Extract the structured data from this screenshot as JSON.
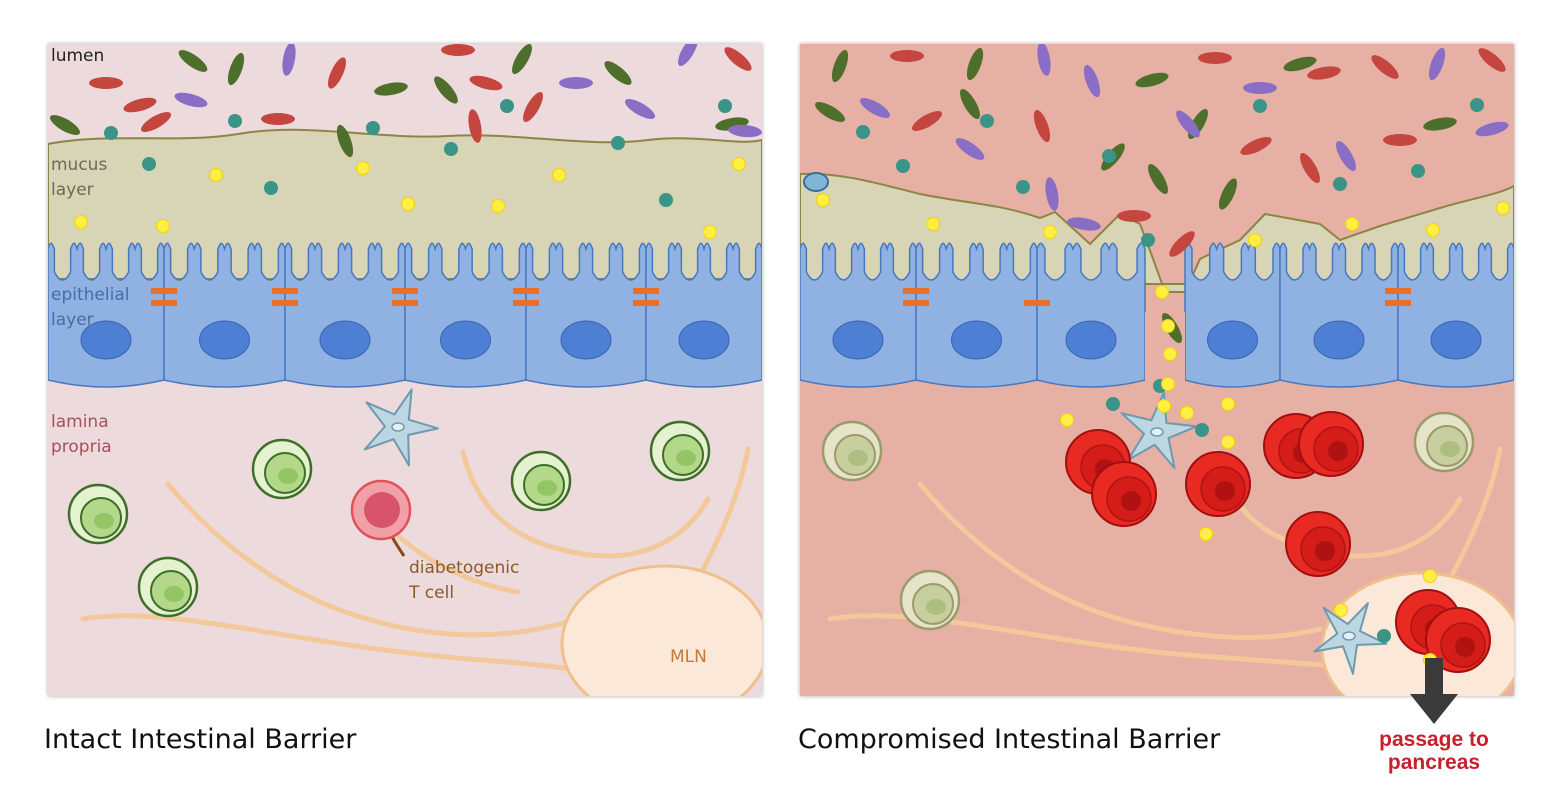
{
  "left_panel": {
    "labels": {
      "lumen": "lumen",
      "mucus": "mucus\nlayer",
      "epithelial": "epithelial\nlayer",
      "lamina": "lamina\npropria",
      "tcell": "diabetogenic\nT cell",
      "mln": "MLN"
    },
    "caption": "Intact Intestinal Barrier"
  },
  "right_panel": {
    "caption": "Compromised Intestinal Barrier",
    "passage_label": "passage to\npancreas"
  },
  "colors": {
    "lumen": "#ffffff",
    "mucus": "#d8d4b6",
    "epithelium": "#8fb2e2",
    "epithelium_outline": "#4a78be",
    "nucleus": "#4d7fd4",
    "tight_junction": "#e8702a",
    "lamina_intact": "#ecdadc",
    "lamina_compromised": "#e6b0a4",
    "fiber": "#f3c89a",
    "mln": "#fbe8d8",
    "bacteria_red": "#c4463e",
    "bacteria_green": "#4e6e2c",
    "bacteria_purple": "#8a6ec6",
    "bacteria_teal": "#3a9488",
    "antigen_yellow": "#ffee44",
    "lymphocyte": "#3f6e2a",
    "t_cell": "#e2505a",
    "dendritic_cell": "#bcd6e2",
    "arrow": "#3a3a3a",
    "passage_text": "#c8202a"
  }
}
